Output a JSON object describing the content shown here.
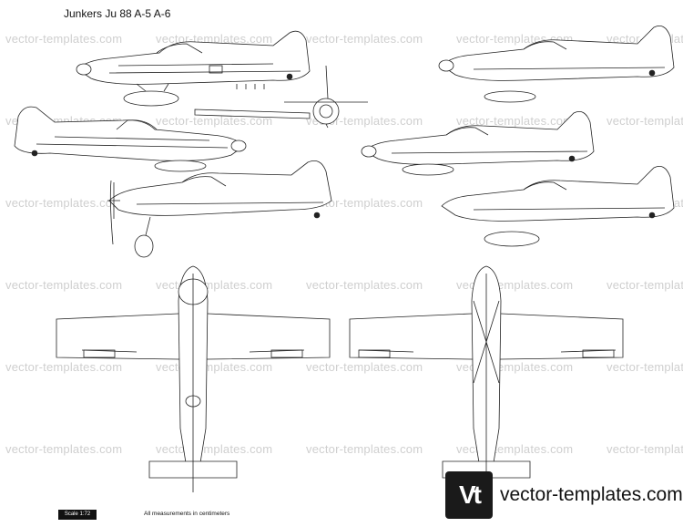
{
  "title": "Junkers Ju 88 A-5 A-6",
  "watermark": "vector-templates.com",
  "scale_label": "Scale 1:72",
  "measurements_note": "All measurements in centimeters",
  "logo_mark": "Vt",
  "brand": "vector-templates.com"
}
